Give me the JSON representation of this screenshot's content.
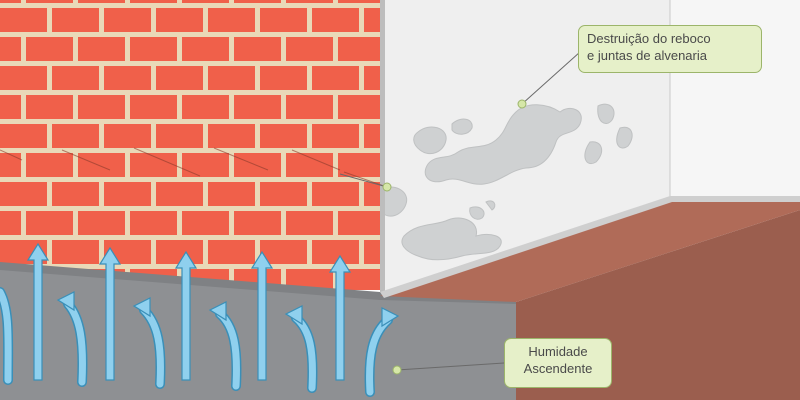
{
  "labels": {
    "damage": {
      "line1": "Destruição do reboco",
      "line2": "e juntas de alvenaria"
    },
    "moisture": {
      "line1": "Humidade",
      "line2": "Ascendente"
    }
  },
  "colors": {
    "brick": "#f0604a",
    "mortar": "#e9d9b8",
    "plaster_wall": "#efefef",
    "damp_patch": "#cfd1d2",
    "floor": "#9b5e4e",
    "floor_top": "#b06b58",
    "grey_plinth": "#8e9093",
    "arrow": "#8fd0ee",
    "callout_fill": "#e6f0c9",
    "callout_border": "#9cb56a"
  }
}
